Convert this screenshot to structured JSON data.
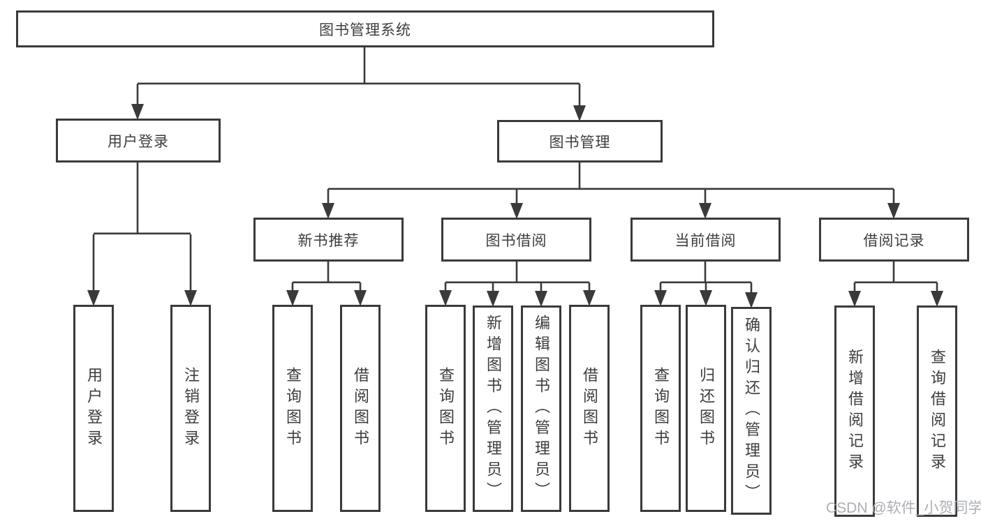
{
  "nodes": {
    "root": "图书管理系统",
    "l2": [
      "用户登录",
      "图书管理"
    ],
    "l3": [
      "新书推荐",
      "图书借阅",
      "当前借阅",
      "借阅记录"
    ],
    "leaf": [
      "用户登录",
      "注销登录",
      "查询图书",
      "借阅图书",
      "查询图书",
      "新增图书（管理员）",
      "编辑图书（管理员）",
      "借阅图书",
      "查询图书",
      "归还图书",
      "确认归还（管理员）",
      "新增借阅记录",
      "查询借阅记录"
    ]
  },
  "watermark": "CSDN @软件_小贺同学",
  "colors": {
    "line": "#3a3a3a",
    "box_border": "#3a3a3a",
    "text": "#3d3d3d",
    "background": "#ffffff",
    "watermark": "#acafb4"
  }
}
